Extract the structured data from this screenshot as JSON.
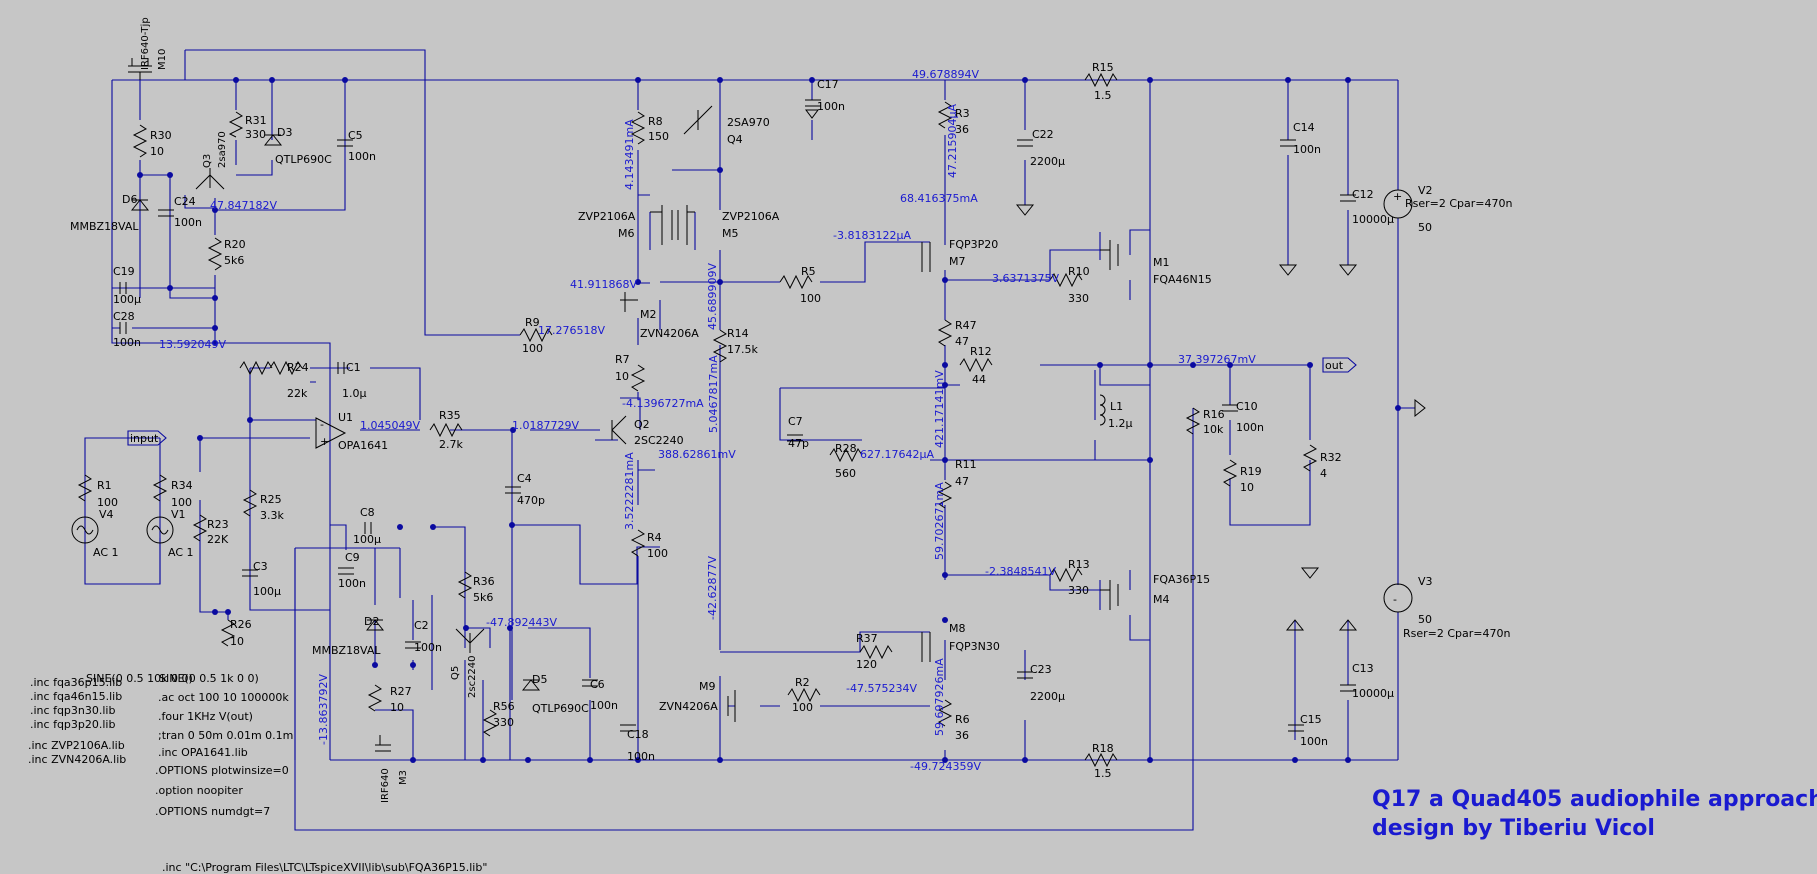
{
  "title": {
    "line1": "Q17 a Quad405 audiophile approach",
    "line2": "design by Tiberiu Vicol"
  },
  "components": {
    "M10": "M10",
    "M10_type": "IRF640-Tjp",
    "R30": "R30",
    "R30_val": "10",
    "R31": "R31",
    "R31_val": "330",
    "D3": "D3",
    "D3_type": "QTLP690C",
    "C5": "C5",
    "C5_val": "100n",
    "Q3": "Q3",
    "Q3_type": "2sa970",
    "D6": "D6",
    "D6_type": "MMBZ18VAL",
    "C24": "C24",
    "C24_val": "100n",
    "R20": "R20",
    "R20_val": "5k6",
    "C19": "C19",
    "C19_val": "100µ",
    "C28": "C28",
    "C28_val": "100n",
    "R8": "R8",
    "R8_val": "150",
    "Q4": "Q4",
    "Q4_type": "2SA970",
    "C17": "C17",
    "C17_val": "100n",
    "R3": "R3",
    "R3_val": "36",
    "C22": "C22",
    "C22_val": "2200µ",
    "R15": "R15",
    "R15_val": "1.5",
    "C14": "C14",
    "C14_val": "100n",
    "C12": "C12",
    "C12_val": "10000µ",
    "V2": "V2",
    "V2_val": "50",
    "V2_params": "Rser=2 Cpar=470n",
    "M6": "M6",
    "M6_type": "ZVP2106A",
    "M5": "M5",
    "M5_type": "ZVP2106A",
    "M7": "M7",
    "M7_type": "FQP3P20",
    "M1": "M1",
    "M1_type": "FQA46N15",
    "R10": "R10",
    "R10_val": "330",
    "R5": "R5",
    "R5_val": "100",
    "M2": "M2",
    "M2_type": "ZVN4206A",
    "R9": "R9",
    "R9_val": "100",
    "R14": "R14",
    "R14_val": "17.5k",
    "R47": "R47",
    "R47_val": "47",
    "R12": "R12",
    "R12_val": "44",
    "R7": "R7",
    "R7_val": "10",
    "R24": "R24",
    "R24_val": "22k",
    "C1": "C1",
    "C1_val": "1.0µ",
    "U1": "U1",
    "U1_type": "OPA1641",
    "R35": "R35",
    "R35_val": "2.7k",
    "Q2": "Q2",
    "Q2_type": "2SC2240",
    "C7": "C7",
    "C7_val": "47p",
    "R28": "R28",
    "R28_val": "560",
    "R11": "R11",
    "R11_val": "47",
    "L1": "L1",
    "L1_val": "1.2µ",
    "R16": "R16",
    "R16_val": "10k",
    "C10": "C10",
    "C10_val": "100n",
    "R19": "R19",
    "R19_val": "10",
    "R32": "R32",
    "R32_val": "4",
    "R1": "R1",
    "R1_val": "100",
    "R34": "R34",
    "R34_val": "100",
    "V4": "V4",
    "V4_val": "AC 1",
    "V1": "V1",
    "V1_val": "AC 1",
    "R23": "R23",
    "R23_val": "22K",
    "R25": "R25",
    "R25_val": "3.3k",
    "C4": "C4",
    "C4_val": "470p",
    "C8": "C8",
    "C8_val": "100µ",
    "C3": "C3",
    "C3_val": "100µ",
    "R4": "R4",
    "R4_val": "100",
    "C9": "C9",
    "C9_val": "100n",
    "R36": "R36",
    "R36_val": "5k6",
    "R13": "R13",
    "R13_val": "330",
    "M4": "M4",
    "M4_type": "FQA36P15",
    "R26": "R26",
    "R26_val": "10",
    "D2": "D2",
    "D2_type": "MMBZ18VAL",
    "C2": "C2",
    "C2_val": "100n",
    "Q5": "Q5",
    "Q5_type": "2sc2240",
    "D5": "D5",
    "D5_type": "QTLP690C",
    "C6": "C6",
    "C6_val": "100n",
    "R37": "R37",
    "R37_val": "120",
    "M8": "M8",
    "M8_type": "FQP3N30",
    "C23": "C23",
    "C23_val": "2200µ",
    "C15": "C15",
    "C15_val": "100n",
    "C13": "C13",
    "C13_val": "10000µ",
    "V3": "V3",
    "V3_val": "50",
    "V3_params": "Rser=2 Cpar=470n",
    "R27": "R27",
    "R27_val": "10",
    "R56": "R56",
    "R56_val": "330",
    "M9": "M9",
    "M9_type": "ZVN4206A",
    "R2": "R2",
    "R2_val": "100",
    "R6": "R6",
    "R6_val": "36",
    "C18": "C18",
    "C18_val": "100n",
    "R18": "R18",
    "R18_val": "1.5",
    "M3": "M3",
    "M3_type": "IRF640"
  },
  "net_labels": {
    "input": "input",
    "out": "out"
  },
  "node_values": {
    "v_top_rail": "49.678894V",
    "v_q3": "47.847182V",
    "i_r8": "4.143491mA",
    "i_r3": "47.215904µA",
    "i_m7": "68.416375mA",
    "i_r5": "-3.8183122µA",
    "v_m6": "41.911868V",
    "v_m5drain": "45.689909V",
    "v_m1gate": "3.6371375V",
    "v_r9": "17.276518V",
    "v_c28": "13.592049V",
    "v_out": "37.397267mV",
    "i_r7": "-4.1396727mA",
    "i_r14": "5.0467817mA",
    "i_r47": "421.17141mV",
    "v_u1": "1.045049V",
    "v_r35": "1.0187729V",
    "v_q2e": "388.62861mV",
    "i_r28": "627.17642µA",
    "i_r4": "3.5222281mA",
    "i_r11": "59.702671mA",
    "v_m4gate": "-2.3848541V",
    "v_q5": "-47.892443V",
    "v_r14b": "-42.62877V",
    "v_r2": "-47.575234V",
    "i_r6": "59.697926mA",
    "v_left_low": "-13.863792V",
    "v_bot_rail": "-49.724359V"
  },
  "directives": {
    "inc1": ".inc fqa36p15.lib",
    "inc2": ".inc fqa46n15.lib",
    "inc3": ".inc fqp3n30.lib",
    "inc4": ".inc fqp3p20.lib",
    "inc5": ".inc ZVP2106A.lib",
    "inc6": ".inc ZVN4206A.lib",
    "sine1": "SINE(0 0.5 10k 0 0)",
    "sine2": "SINE(0 0.5 1k 0 0)",
    "ac": ".ac oct 100 10 100000k",
    "four": ".four 1KHz V(out)",
    "tran": ";tran 0 50m 0.01m 0.1m",
    "opa": ".inc OPA1641.lib",
    "opt1": ".OPTIONS plotwinsize=0",
    "opt2": ".option noopiter",
    "opt3": ".OPTIONS numdgt=7",
    "incpath": ".inc \"C:\\Program Files\\LTC\\LTspiceXVII\\lib\\sub\\FQA36P15.lib\""
  }
}
